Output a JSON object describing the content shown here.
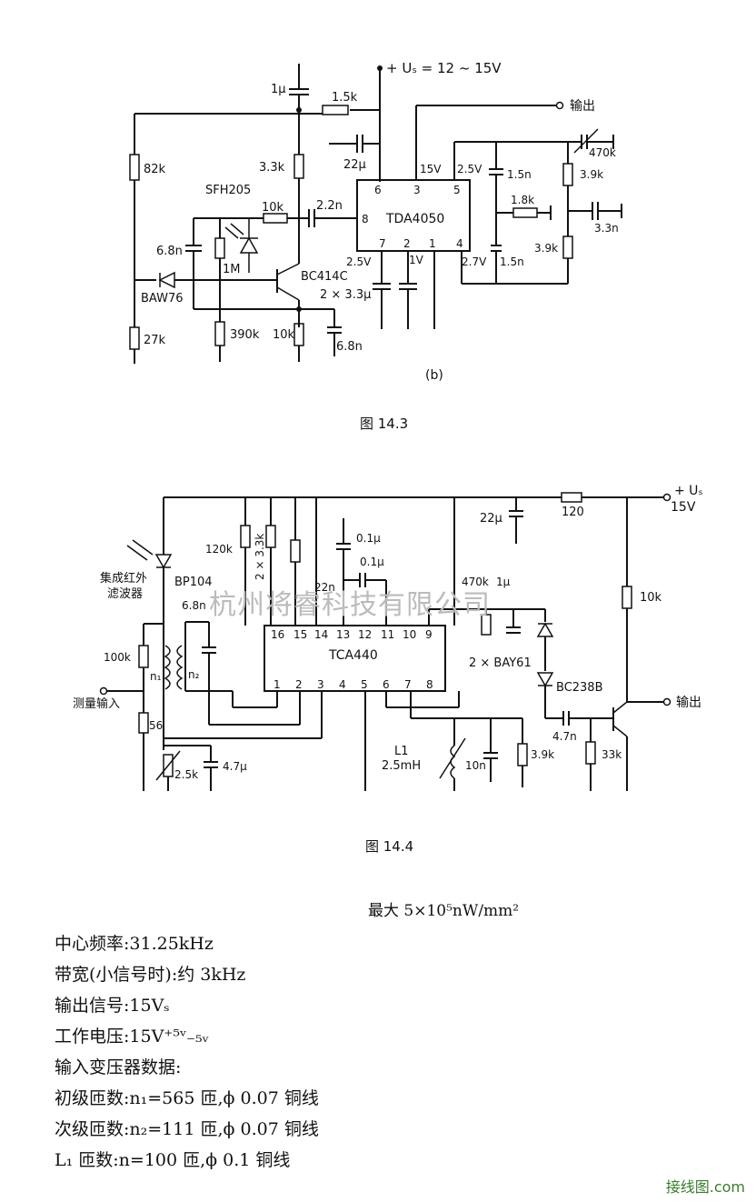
{
  "fig3": {
    "supply": "+ Uₛ = 12 ~ 15V",
    "output": "输出",
    "ic": "TDA4050",
    "subfig": "(b)",
    "caption": "图 14.3",
    "parts": {
      "c1u": "1μ",
      "r15k": "1.5k",
      "c22u": "22μ",
      "r82k": "82k",
      "r33k": "3.3k",
      "sfh": "SFH205",
      "r10k": "10k",
      "c22n": "2.2n",
      "r1m": "1M",
      "c68n": "6.8n",
      "bc": "BC414C",
      "baw": "BAW76",
      "r27k": "27k",
      "r390k": "390k",
      "r10k2": "10k",
      "c68n2": "6.8n",
      "c15n": "1.5n",
      "r18k": "1.8k",
      "c15n2": "1.5n",
      "r470k": "470k",
      "r39k": "3.9k",
      "c33n": "3.3n",
      "r39k2": "3.9k",
      "c233": "2 × 3.3μ"
    },
    "pins": {
      "p6": "6",
      "p3": "3",
      "p5": "5",
      "p8": "8",
      "p7": "7",
      "p2": "2",
      "p1": "1",
      "p4": "4"
    },
    "voltages": {
      "v15": "15V",
      "v25": "2.5V",
      "v25b": "2.5V",
      "v1": "1V",
      "v27": "2.7V"
    }
  },
  "fig4": {
    "supply": "+ Uₛ",
    "supply_v": "15V",
    "output": "输出",
    "input": "测量输入",
    "ic": "TCA440",
    "caption": "图 14.4",
    "filter_label1": "集成红外",
    "filter_label2": "滤波器",
    "parts": {
      "r120": "120",
      "c22u": "22μ",
      "r120k": "120k",
      "r233k": "2 × 3.3k",
      "c01u": "0.1μ",
      "c01u2": "0.1μ",
      "c22n": "22n",
      "bp104": "BP104",
      "c68n": "6.8n",
      "r470k": "470k",
      "c1u": "1μ",
      "r10k": "10k",
      "r100k": "100k",
      "n1": "n₁",
      "n2": "n₂",
      "bay": "2 × BAY61",
      "bc238": "BC238B",
      "r56": "56",
      "c47n": "4.7n",
      "l1": "L1",
      "l1v": "2.5mH",
      "r25k": "2.5k",
      "c47u": "4.7μ",
      "c10n": "10n",
      "r39k": "3.9k",
      "r33k": "33k"
    },
    "pins": [
      "16",
      "15",
      "14",
      "13",
      "12",
      "11",
      "10",
      "9",
      "1",
      "2",
      "3",
      "4",
      "5",
      "6",
      "7",
      "8"
    ]
  },
  "max_line": "最大 5×10⁵nW/mm²",
  "specs": [
    "中心频率:31.25kHz",
    "带宽(小信号时):约 3kHz",
    "输出信号:15Vₛ",
    "工作电压:15V⁺⁵ᵛ₋₅ᵥ",
    "输入变压器数据:",
    "初级匝数:n₁=565 匝,ϕ 0.07 铜线",
    "次级匝数:n₂=111 匝,ϕ 0.07 铜线",
    "L₁ 匝数:n=100 匝,ϕ 0.1 铜线"
  ],
  "watermark": "杭州将睿科技有限公司",
  "logo": "接线图.com"
}
